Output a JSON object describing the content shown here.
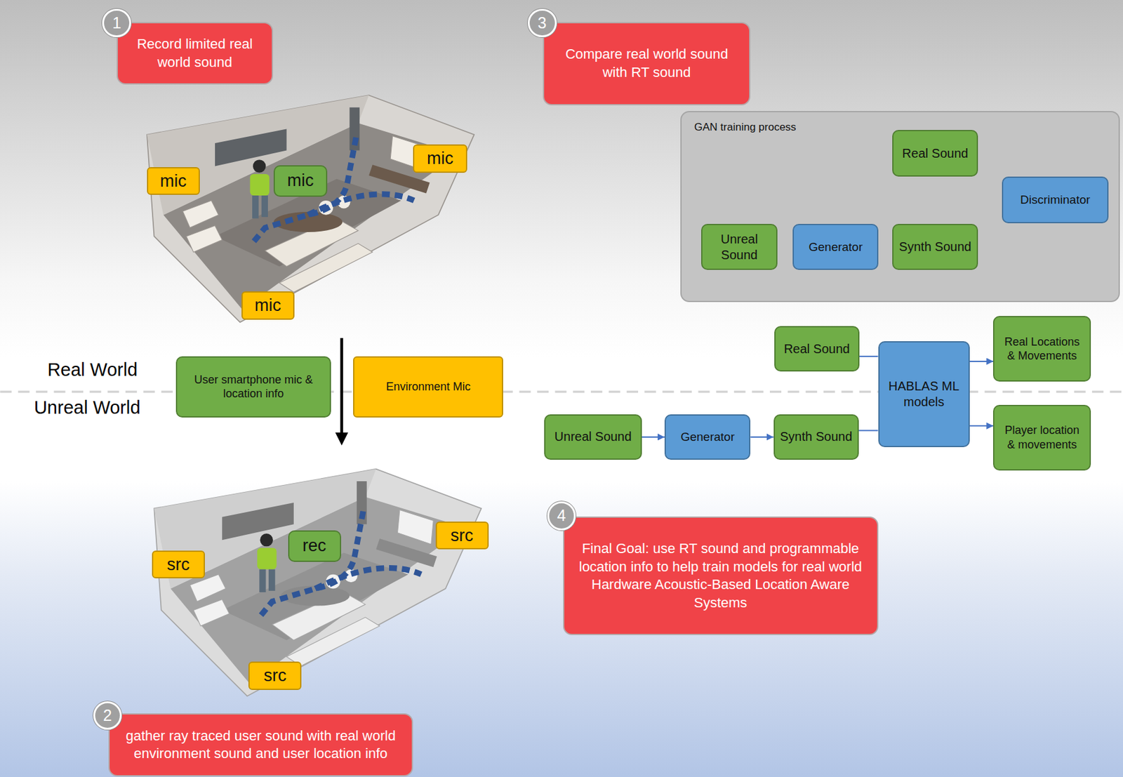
{
  "diagram": {
    "nodes": [
      {
        "text": [
          "Record limited real world sound"
        ]
      },
      {
        "text": [
          "mic"
        ]
      },
      {
        "text": [
          "mic"
        ]
      },
      {
        "text": [
          "mic"
        ]
      },
      {
        "text": [
          "mic"
        ]
      },
      {
        "text": [
          "User smartphone mic & location info"
        ]
      },
      {
        "text": [
          "Environment Mic"
        ]
      },
      {
        "text": [
          "src"
        ]
      },
      {
        "text": [
          "rec"
        ]
      },
      {
        "text": [
          "src"
        ]
      },
      {
        "text": [
          "src"
        ]
      },
      {
        "text": [
          "gather ray traced user sound with real world environment sound and user location info"
        ]
      },
      {
        "text": [
          "Compare real world sound with RT sound"
        ]
      },
      {
        "text": [
          "GAN training process"
        ]
      },
      {
        "text": [
          "Real Sound"
        ],
        "in": 13
      },
      {
        "text": [
          "Unreal Sound"
        ],
        "in": 13
      },
      {
        "text": [
          "Generator"
        ],
        "in": 13
      },
      {
        "text": [
          "Synth Sound"
        ],
        "in": 13
      },
      {
        "text": [
          "Discriminator"
        ],
        "in": 13
      },
      {
        "text": [
          "Real Sound"
        ]
      },
      {
        "text": [
          "Real Locations & Movements"
        ]
      },
      {
        "text": [
          "HABLAS ML models"
        ]
      },
      {
        "text": [
          "Unreal Sound"
        ]
      },
      {
        "text": [
          "Generator"
        ]
      },
      {
        "text": [
          "Synth Sound"
        ]
      },
      {
        "text": [
          "Player location & movements"
        ]
      },
      {
        "text": [
          "Final Goal: use RT sound and programmable location info to help train models for real world Hardware Acoustic-Based Location Aware Systems"
        ]
      }
    ],
    "edges": [
      {
        "from": 15,
        "to": 16,
        "arrow": "to"
      },
      {
        "from": 16,
        "to": 17,
        "arrow": "to"
      },
      {
        "from": 14,
        "to": 18,
        "arrow": "to"
      },
      {
        "from": 17,
        "to": 18,
        "arrow": "to"
      },
      {
        "from": 18,
        "to": 16,
        "arrow": "to"
      },
      {
        "from": 22,
        "to": 23,
        "arrow": "to"
      },
      {
        "from": 23,
        "to": 24,
        "arrow": "to"
      },
      {
        "from": 19,
        "to": 21,
        "arrow": "none"
      },
      {
        "from": 24,
        "to": 21,
        "arrow": "none"
      },
      {
        "from": 21,
        "to": 20,
        "arrow": "to"
      },
      {
        "from": 21,
        "to": 25,
        "arrow": "to"
      }
    ],
    "labels": [
      "1",
      "2",
      "3",
      "4",
      "Real World",
      "Unreal World"
    ]
  }
}
